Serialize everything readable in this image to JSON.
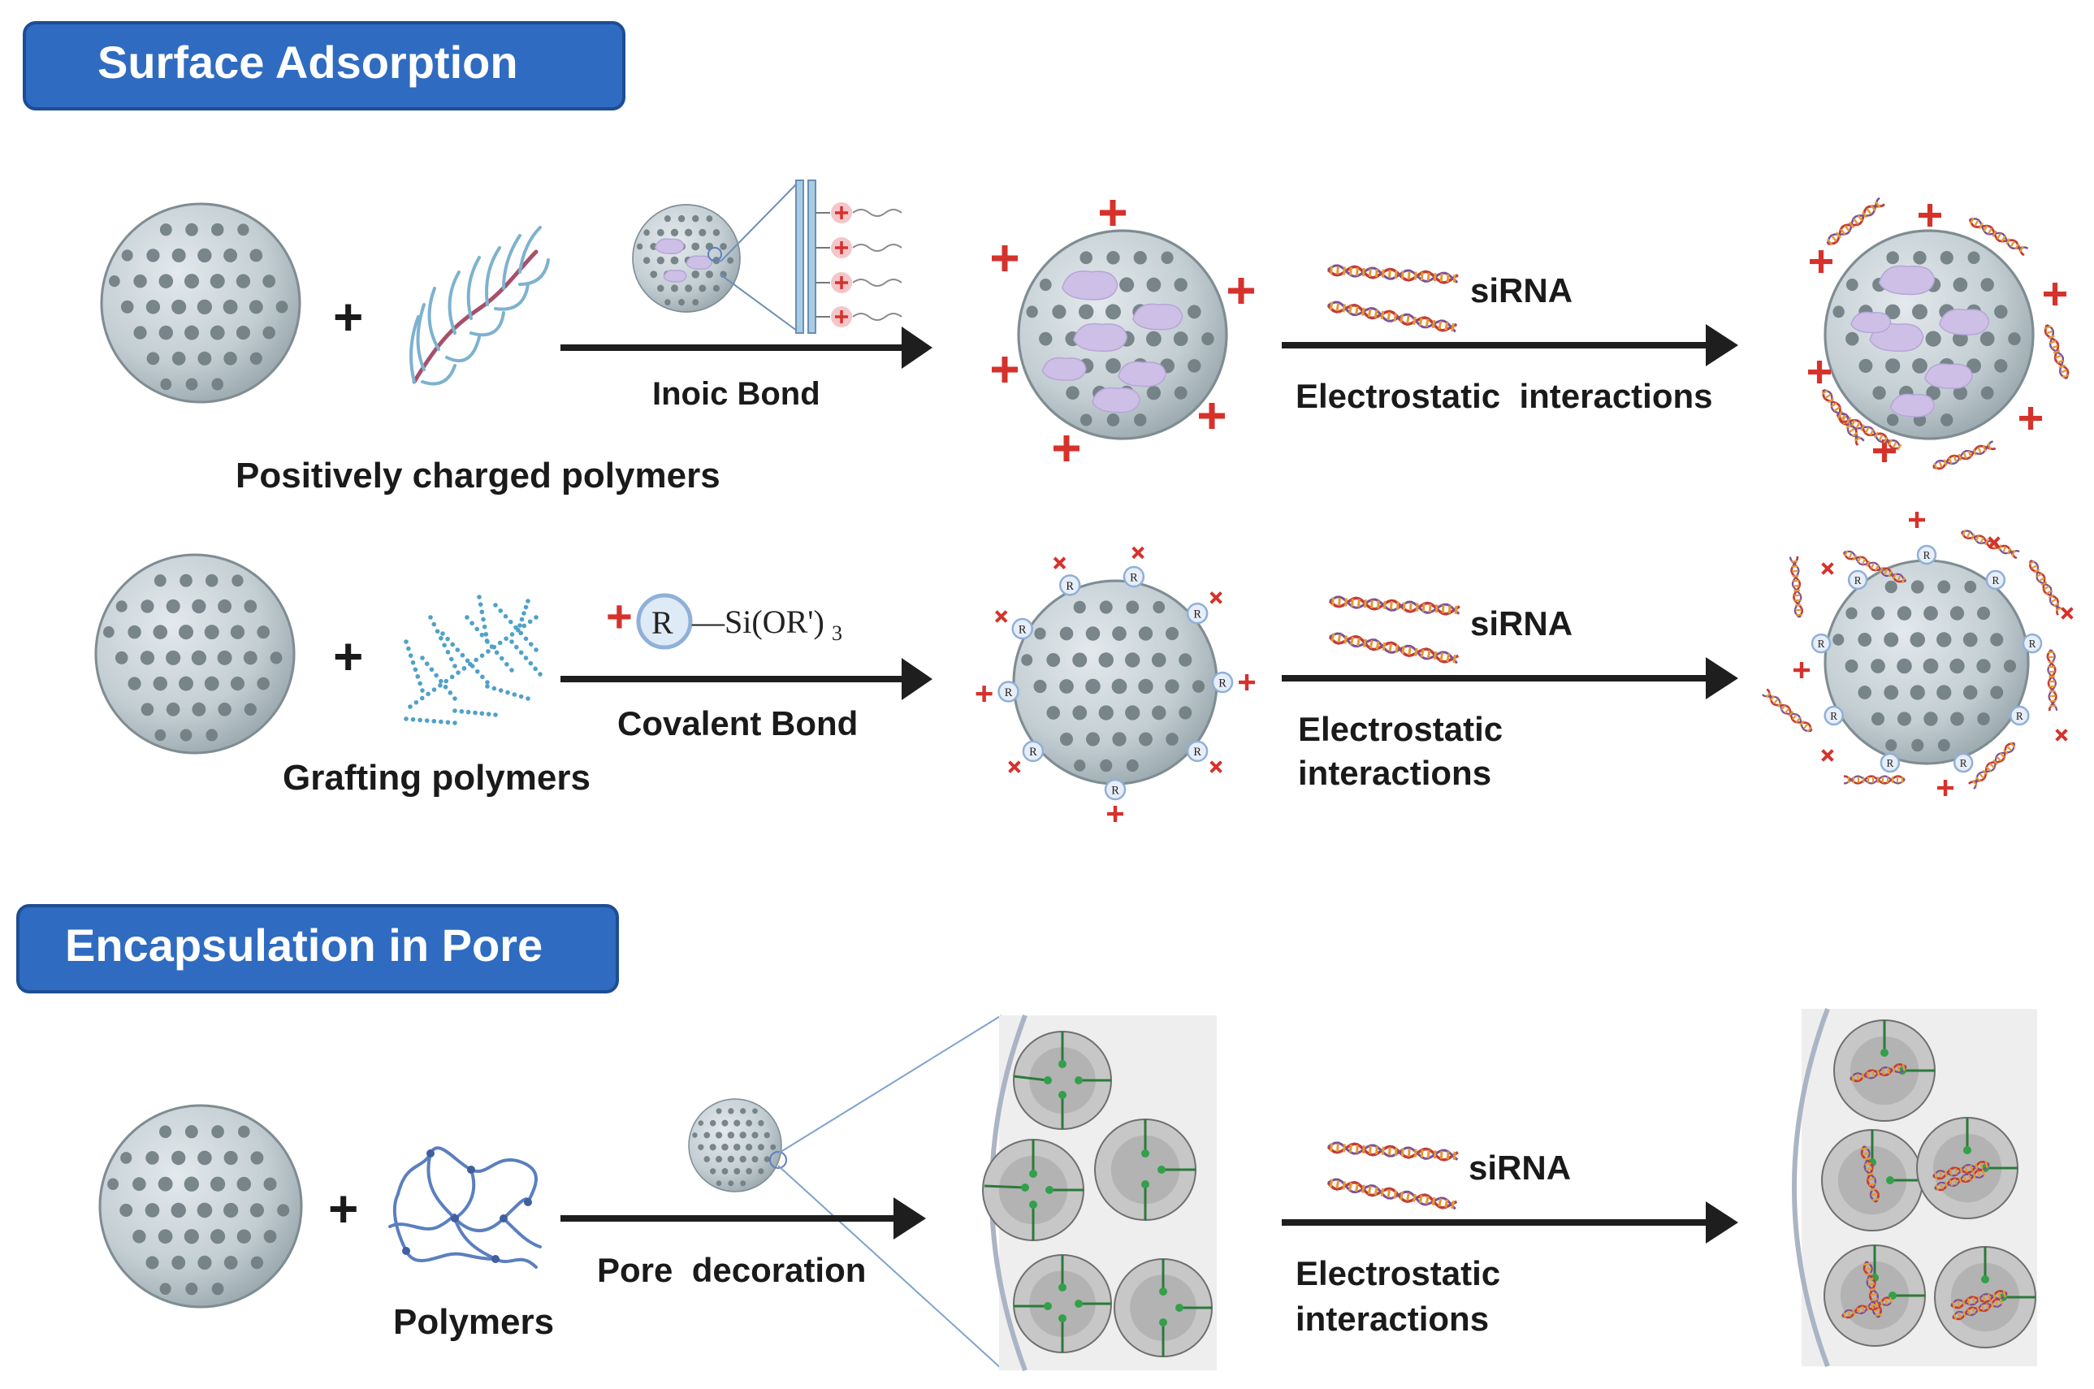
{
  "sections": {
    "surface": {
      "title": "Surface Adsorption"
    },
    "encapsulation": {
      "title": "Encapsulation in Pore"
    }
  },
  "row1": {
    "plus": "+",
    "polymer_label": "Positively charged polymers",
    "bond_label": "Inoic Bond",
    "sirna_label": "siRNA",
    "interaction_label": "Electrostatic  interactions"
  },
  "row2": {
    "plus": "+",
    "polymer_label": "Grafting polymers",
    "silane_r": "R",
    "silane_formula": "—Si(OR')",
    "silane_subscript": "3",
    "bond_label": "Covalent Bond",
    "sirna_label": "siRNA",
    "interaction_line1": "Electrostatic",
    "interaction_line2": "interactions",
    "r_marker": "R"
  },
  "row3": {
    "plus": "+",
    "polymer_label": "Polymers",
    "step_label": "Pore  decoration",
    "sirna_label": "siRNA",
    "interaction_line1": "Electrostatic",
    "interaction_line2": "interactions"
  },
  "colors": {
    "header_fill": "#2f6bc1",
    "header_stroke": "#1d4d94",
    "sphere_fill": "#c9d3d7",
    "pore": "#6e7b80",
    "charge": "#d6322c",
    "cargo": "#cdbfe6",
    "arrow": "#1e1e1e",
    "polymer_pink": "#a6506b",
    "polymer_blue": "#7db2cf",
    "network_blue": "#5b7fbf"
  }
}
